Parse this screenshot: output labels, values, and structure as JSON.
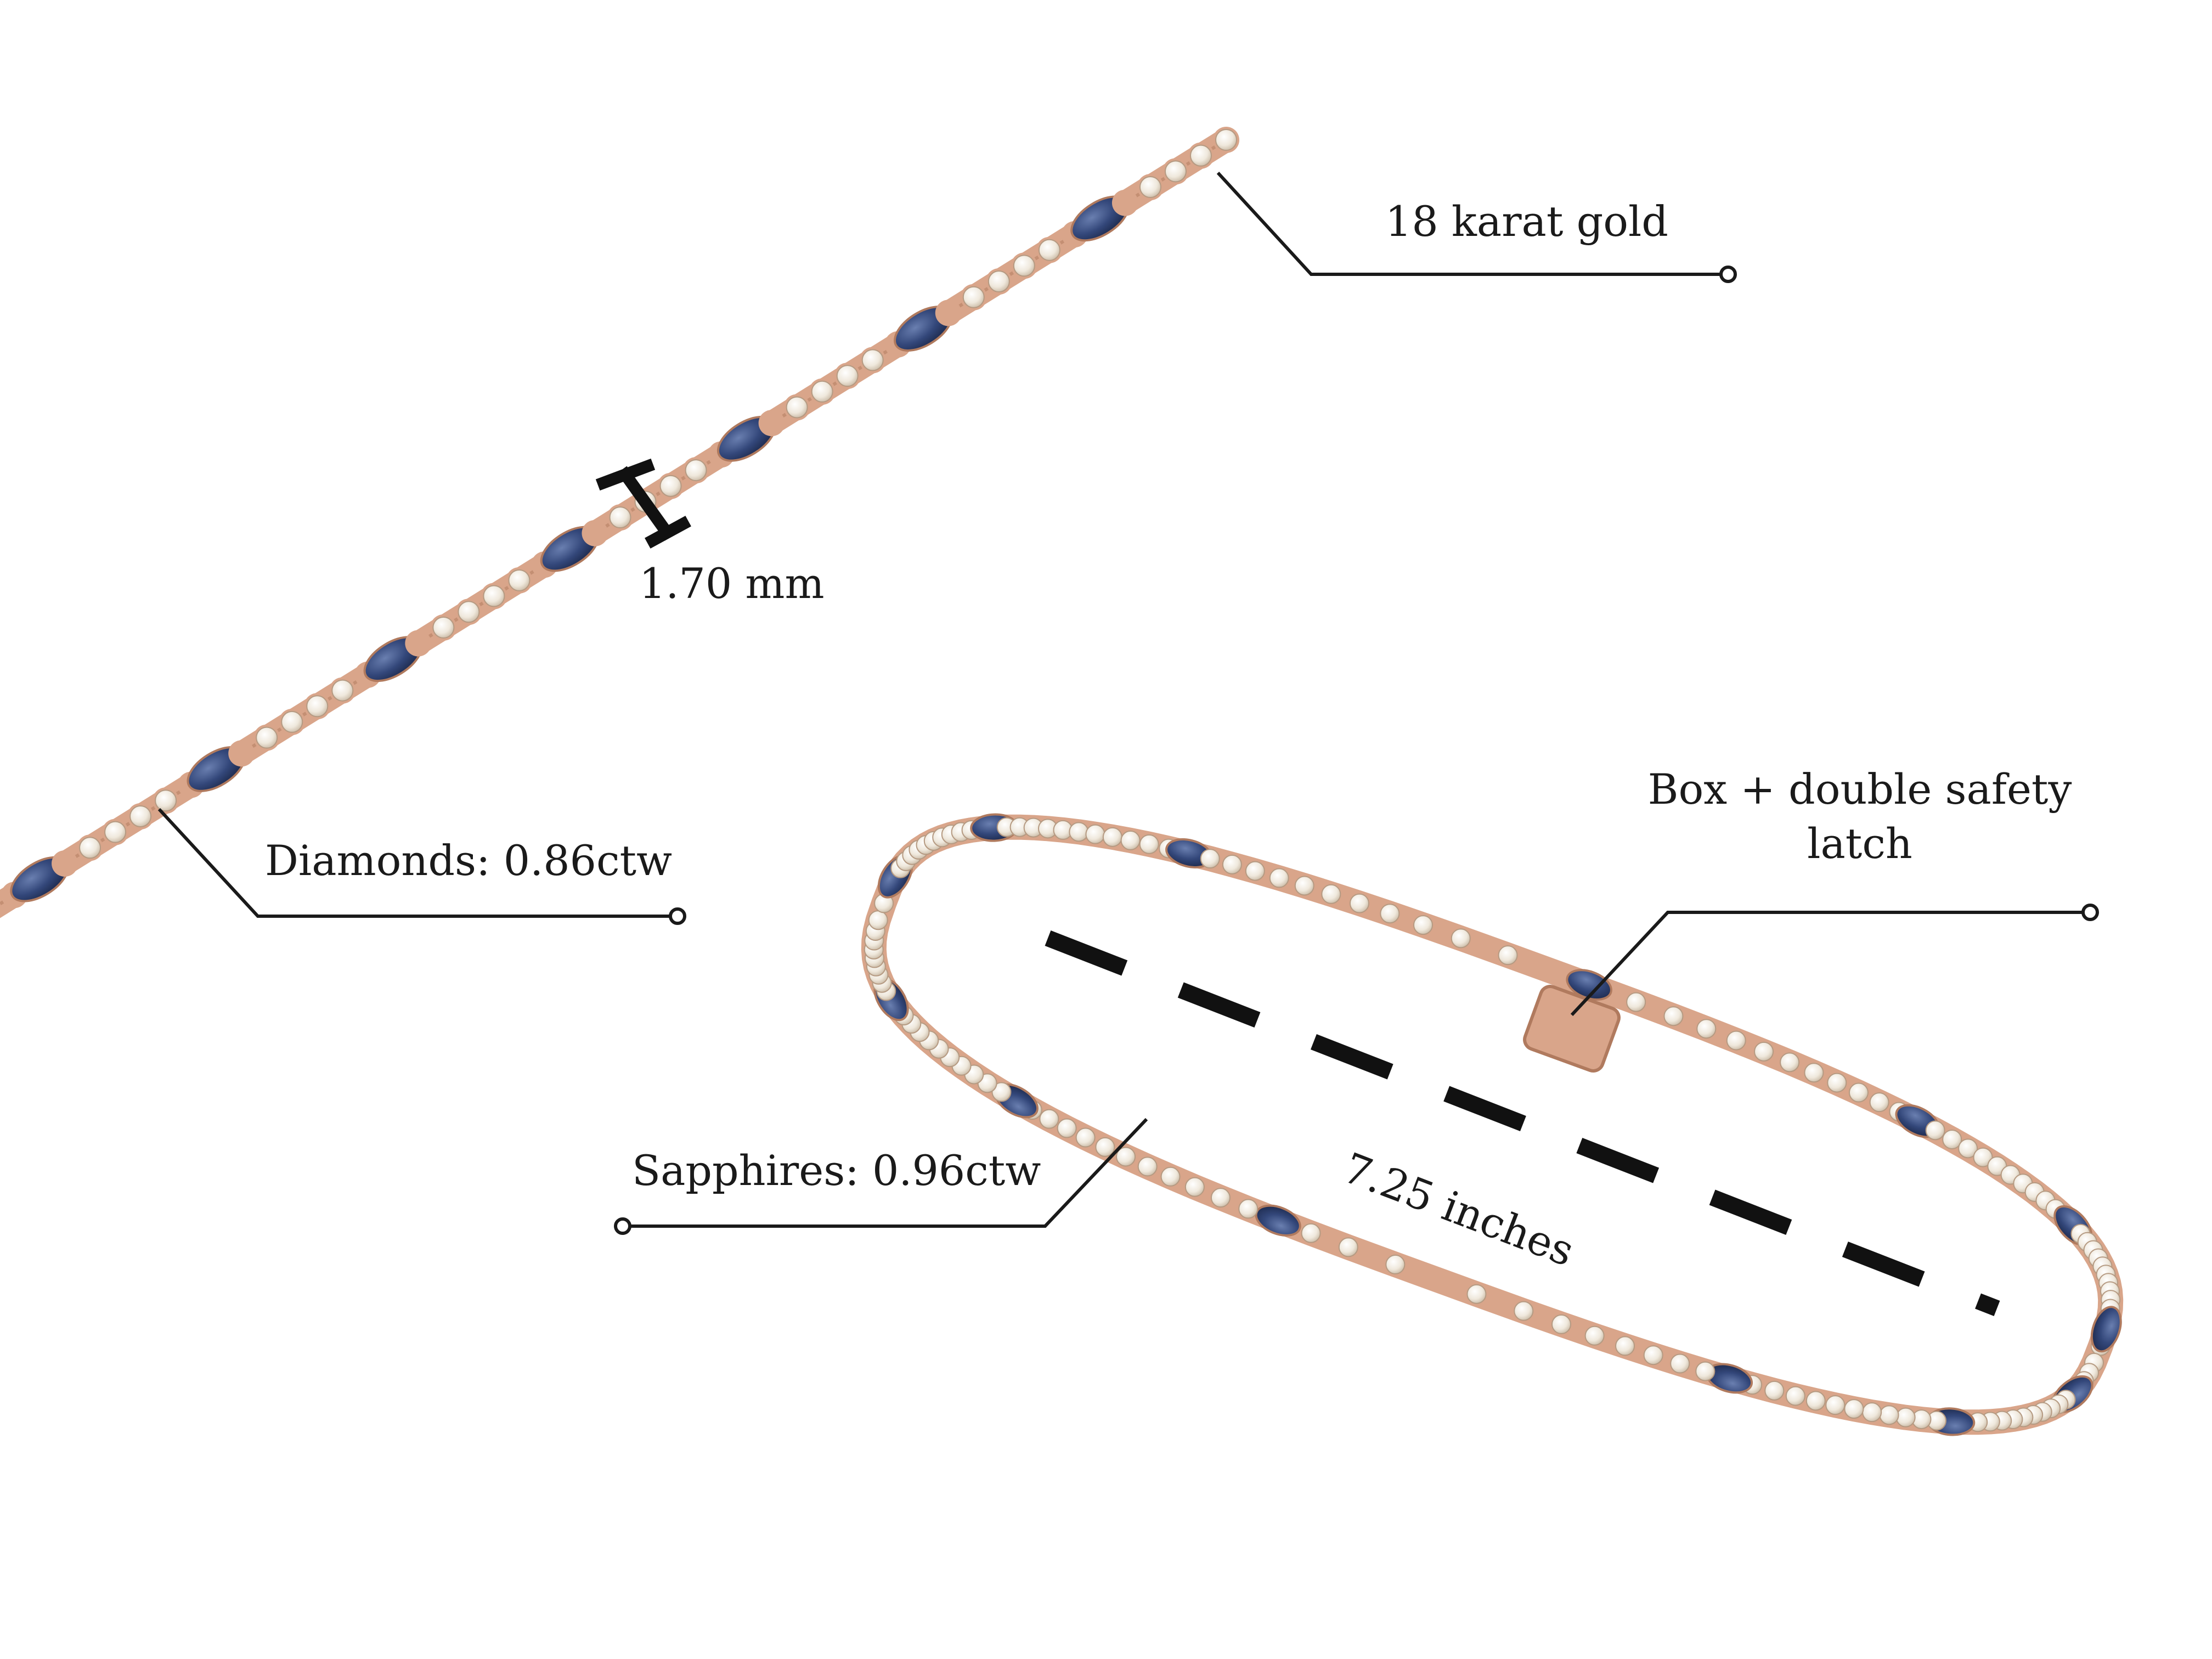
{
  "labels": {
    "gold": "18 karat gold",
    "width": "1.70 mm",
    "diamonds": "Diamonds: 0.86ctw",
    "latch_line1": "Box + double safety",
    "latch_line2": "latch",
    "sapphires": "Sapphires: 0.96ctw",
    "length": "7.25 inches"
  },
  "colors": {
    "background": "#ffffff",
    "rose_gold": "#d9a58a",
    "rose_gold_dark": "#b07a5e",
    "diamond": "#f1ebe1",
    "sapphire": "#2e4270",
    "sapphire_light": "#5e74a6",
    "callout_line": "#1a1a1a"
  }
}
